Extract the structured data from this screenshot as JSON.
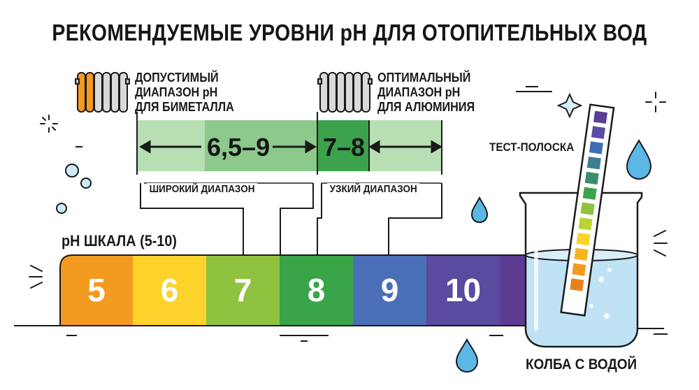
{
  "title": "РЕКОМЕНДУЕМЫЕ УРОВНИ pH ДЛЯ ОТОПИТЕЛЬНЫХ ВОД",
  "legend": {
    "bimetal": {
      "lines": [
        "ДОПУСТИМЫЙ",
        "ДИАПАЗОН pH",
        "ДЛЯ БИМЕТАЛЛА"
      ],
      "icon": "radiator-bimetal-icon"
    },
    "aluminum": {
      "lines": [
        "ОПТИМАЛЬНЫЙ",
        "ДИАПАЗОН pH",
        "ДЛЯ АЛЮМИНИЯ"
      ],
      "icon": "radiator-aluminum-icon"
    }
  },
  "ranges": {
    "wide": {
      "value": "6,5–9",
      "label": "ШИРОКИЙ ДИАПАЗОН",
      "from": 6.5,
      "to": 9
    },
    "narrow": {
      "value": "7–8",
      "label": "УЗКИЙ ДИАПАЗОН",
      "from": 7,
      "to": 8
    }
  },
  "scale": {
    "title": "pH ШКАЛА (5-10)",
    "segments": [
      {
        "label": "5",
        "color": "#f39a21"
      },
      {
        "label": "6",
        "color": "#fcd22b"
      },
      {
        "label": "7",
        "color": "#8fc23f"
      },
      {
        "label": "8",
        "color": "#3aa448"
      },
      {
        "label": "9",
        "color": "#4a6fb6"
      },
      {
        "label": "10",
        "color": "#5a4aa0"
      },
      {
        "label": "",
        "color": "#5e3b93"
      }
    ]
  },
  "test_strip_label": "ТЕСТ-ПОЛОСКА",
  "flask_label": "КОЛБА С ВОДОЙ",
  "colors": {
    "wide_light": "#b7dfb3",
    "wide_mid": "#8cc98b",
    "narrow": "#3da24d",
    "water": "#bfe3f5",
    "glass_stroke": "#1a1a1a",
    "strip_pads": [
      "#5a3d95",
      "#5d4aa4",
      "#3e6db4",
      "#3c7d8e",
      "#3a8d6a",
      "#3da24d",
      "#8fc23f",
      "#bad531",
      "#fcd22b",
      "#f5b51f",
      "#f39a21",
      "#e8801e"
    ]
  }
}
